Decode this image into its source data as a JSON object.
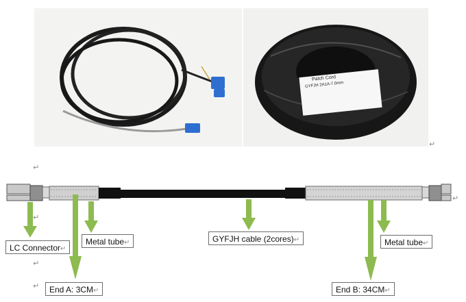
{
  "photo_labels": {
    "patch_cord": "Patch Cord",
    "model": "GYFJH 2A1A-7.0mm"
  },
  "labels": {
    "lc_connector": "LC Connector",
    "metal_tube_left": "Metal tube",
    "cable": "GYFJH  cable (2cores)",
    "metal_tube_right": "Metal  tube",
    "end_a": "End A: 3CM",
    "end_b": "End B: 34CM"
  },
  "paragraph_mark": "↵",
  "colors": {
    "arrow": "#8dbb4f",
    "cable": "#111111",
    "steel": "#c8c8c8",
    "box_border": "#6b6b6b"
  }
}
